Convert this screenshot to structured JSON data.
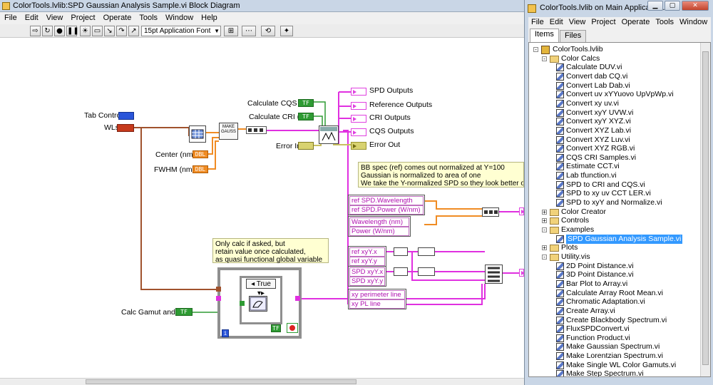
{
  "block_diagram": {
    "title": "ColorTools.lvlib:SPD Gaussian Analysis Sample.vi Block Diagram",
    "menu": [
      "File",
      "Edit",
      "View",
      "Project",
      "Operate",
      "Tools",
      "Window",
      "Help"
    ],
    "font_select": "15pt Application Font",
    "controls": {
      "tab_control": "Tab Control",
      "wls": "WLs",
      "center": "Center (nm)",
      "fwhm": "FWHM (nm)",
      "calc_cqs": "Calculate CQS (T)",
      "calc_cri": "Calculate CRI (T)",
      "error_in": "Error In",
      "calc_gamut": "Calc Gamut and PL"
    },
    "indicators": {
      "spd_outputs": "SPD Outputs",
      "reference_outputs": "Reference Outputs",
      "cri_outputs": "CRI Outputs",
      "cqs_outputs": "CQS Outputs",
      "error_out": "Error Out"
    },
    "node_labels": {
      "make_gaussian": "MAKE GAUSS",
      "tf": "TF",
      "i32": "I32",
      "dbl": "DBL"
    },
    "comments": {
      "normalization": [
        "BB spec (ref) comes out normalized at Y=100",
        "Gaussian is normalized to area of one",
        "We take the Y-normalized SPD so they look better on one g"
      ],
      "case_note": [
        "Only calc if asked, but",
        "retain value once calculated,",
        "as quasi functional global variable"
      ]
    },
    "case_selector": "True",
    "bundle_rows": {
      "group1": [
        "ref SPD.Wavelength (nm)",
        "ref SPD.Power (W/nm)"
      ],
      "group2": [
        "Wavelength (nm)",
        "Power (W/nm)"
      ],
      "group3": [
        "ref xyY.x",
        "ref xyY.y"
      ],
      "group4": [
        "SPD xyY.x",
        "SPD xyY.y"
      ],
      "group5": [
        "xy perimeter line",
        "xy PL line"
      ]
    }
  },
  "project_window": {
    "title": "ColorTools.lvlib on Main Applicatio...",
    "menu": [
      "File",
      "Edit",
      "View",
      "Project",
      "Operate",
      "Tools",
      "Window"
    ],
    "tabs": [
      "Items",
      "Files"
    ],
    "tree": [
      {
        "label": "ColorTools.lvlib",
        "kind": "lib",
        "level": 0,
        "expand": "-"
      },
      {
        "label": "Color Calcs",
        "kind": "folder",
        "level": 1,
        "expand": "-"
      },
      {
        "label": "Calculate DUV.vi",
        "kind": "vi",
        "level": 2
      },
      {
        "label": "Convert dab CQ.vi",
        "kind": "vi",
        "level": 2
      },
      {
        "label": "Convert Lab Dab.vi",
        "kind": "vi",
        "level": 2
      },
      {
        "label": "Convert uv xYYuovo  UpVpWp.vi",
        "kind": "vi",
        "level": 2
      },
      {
        "label": "Convert xy uv.vi",
        "kind": "vi",
        "level": 2
      },
      {
        "label": "Convert xyY UVW.vi",
        "kind": "vi",
        "level": 2
      },
      {
        "label": "Convert xyY XYZ.vi",
        "kind": "vi",
        "level": 2
      },
      {
        "label": "Convert XYZ Lab.vi",
        "kind": "vi",
        "level": 2
      },
      {
        "label": "Convert XYZ Luv.vi",
        "kind": "vi",
        "level": 2
      },
      {
        "label": "Convert XYZ RGB.vi",
        "kind": "vi",
        "level": 2
      },
      {
        "label": "CQS CRI Samples.vi",
        "kind": "vi",
        "level": 2
      },
      {
        "label": "Estimate CCT.vi",
        "kind": "vi",
        "level": 2
      },
      {
        "label": "Lab tfunction.vi",
        "kind": "vi",
        "level": 2
      },
      {
        "label": "SPD to CRI and CQS.vi",
        "kind": "vi",
        "level": 2
      },
      {
        "label": "SPD to xy uv CCT LER.vi",
        "kind": "vi",
        "level": 2
      },
      {
        "label": "SPD to xyY and Normalize.vi",
        "kind": "vi",
        "level": 2
      },
      {
        "label": "Color Creator",
        "kind": "folder",
        "level": 1,
        "expand": "+"
      },
      {
        "label": "Controls",
        "kind": "folder",
        "level": 1,
        "expand": "+"
      },
      {
        "label": "Examples",
        "kind": "folder",
        "level": 1,
        "expand": "-"
      },
      {
        "label": "SPD Gaussian Analysis Sample.vi",
        "kind": "vi",
        "level": 2,
        "selected": true
      },
      {
        "label": "Plots",
        "kind": "folder",
        "level": 1,
        "expand": "+"
      },
      {
        "label": "Utility.vis",
        "kind": "folder",
        "level": 1,
        "expand": "-"
      },
      {
        "label": "2D Point Distance.vi",
        "kind": "vi",
        "level": 2
      },
      {
        "label": "3D Point Distance.vi",
        "kind": "vi",
        "level": 2
      },
      {
        "label": "Bar Plot to Array.vi",
        "kind": "vi",
        "level": 2
      },
      {
        "label": "Calculate Array Root Mean.vi",
        "kind": "vi",
        "level": 2
      },
      {
        "label": "Chromatic Adaptation.vi",
        "kind": "vi",
        "level": 2
      },
      {
        "label": "Create Array.vi",
        "kind": "vi",
        "level": 2
      },
      {
        "label": "Create Blackbody Spectrum.vi",
        "kind": "vi",
        "level": 2
      },
      {
        "label": "FluxSPDConvert.vi",
        "kind": "vi",
        "level": 2
      },
      {
        "label": "Function Product.vi",
        "kind": "vi",
        "level": 2
      },
      {
        "label": "Make Gaussian Spectrum.vi",
        "kind": "vi",
        "level": 2
      },
      {
        "label": "Make Lorentzian Spectrum.vi",
        "kind": "vi",
        "level": 2
      },
      {
        "label": "Make Single WL Color Gamuts.vi",
        "kind": "vi",
        "level": 2
      },
      {
        "label": "Make Step Spectrum.vi",
        "kind": "vi",
        "level": 2
      }
    ]
  },
  "colors": {
    "cluster_wire": "#e030e0",
    "numeric_wire": "#f08c24",
    "boolean_wire": "#2e9b33",
    "path_wire": "#a0522d",
    "error_wire": "#c8c060",
    "selection": "#3399ff"
  }
}
